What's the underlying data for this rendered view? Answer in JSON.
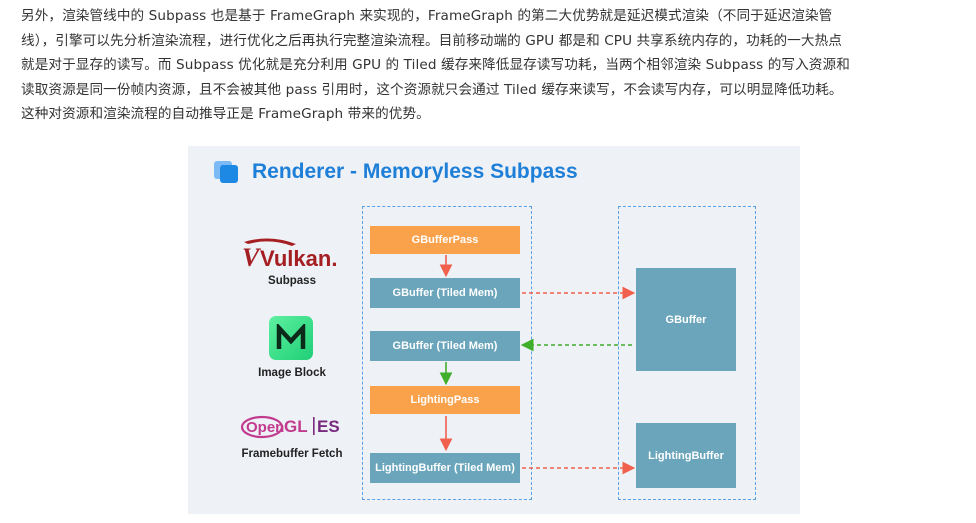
{
  "paragraph": [
    "另外，渲染管线中的 Subpass 也是基于 FrameGraph 来实现的，FrameGraph 的第二大优势就是延迟模式渲染（不同于延迟渲染管",
    "线），引擎可以先分析渲染流程，进行优化之后再执行完整渲染流程。目前移动端的 GPU 都是和 CPU 共享系统内存的，功耗的一大热点",
    "就是对于显存的读写。而 Subpass 优化就是充分利用 GPU 的 Tiled 缓存来降低显存读写功耗，当两个相邻渲染 Subpass 的写入资源和",
    "读取资源是同一份帧内资源，且不会被其他 pass 引用时，这个资源就只会通过 Tiled 缓存来读写，不会读写内存，可以明显降低功耗。",
    "这种对资源和渲染流程的自动推导正是 FrameGraph 带来的优势。"
  ],
  "figure": {
    "title": "Renderer - Memoryless Subpass",
    "logos": [
      {
        "name": "vulkan",
        "wordmark": "Vulkan.",
        "label": "Subpass"
      },
      {
        "name": "image-block",
        "label": "Image Block"
      },
      {
        "name": "opengl-es",
        "wordmark_left": "Open",
        "wordmark_mid": "GL",
        "wordmark_right": "ES",
        "label": "Framebuffer Fetch"
      }
    ],
    "boxes": {
      "gbuffer_pass": "GBufferPass",
      "gbuffer_tiled_1": "GBuffer (Tiled Mem)",
      "gbuffer_tiled_2": "GBuffer (Tiled Mem)",
      "lighting_pass": "LightingPass",
      "lightingbuffer_tiled": "LightingBuffer (Tiled Mem)",
      "gbuffer": "GBuffer",
      "lightingbuffer": "LightingBuffer"
    },
    "colors": {
      "pass": "#f9a24b",
      "memory": "#6aa5bb",
      "arrow_write": "#f0604d",
      "arrow_read": "#3fae2a",
      "title": "#1e7fd8"
    }
  }
}
